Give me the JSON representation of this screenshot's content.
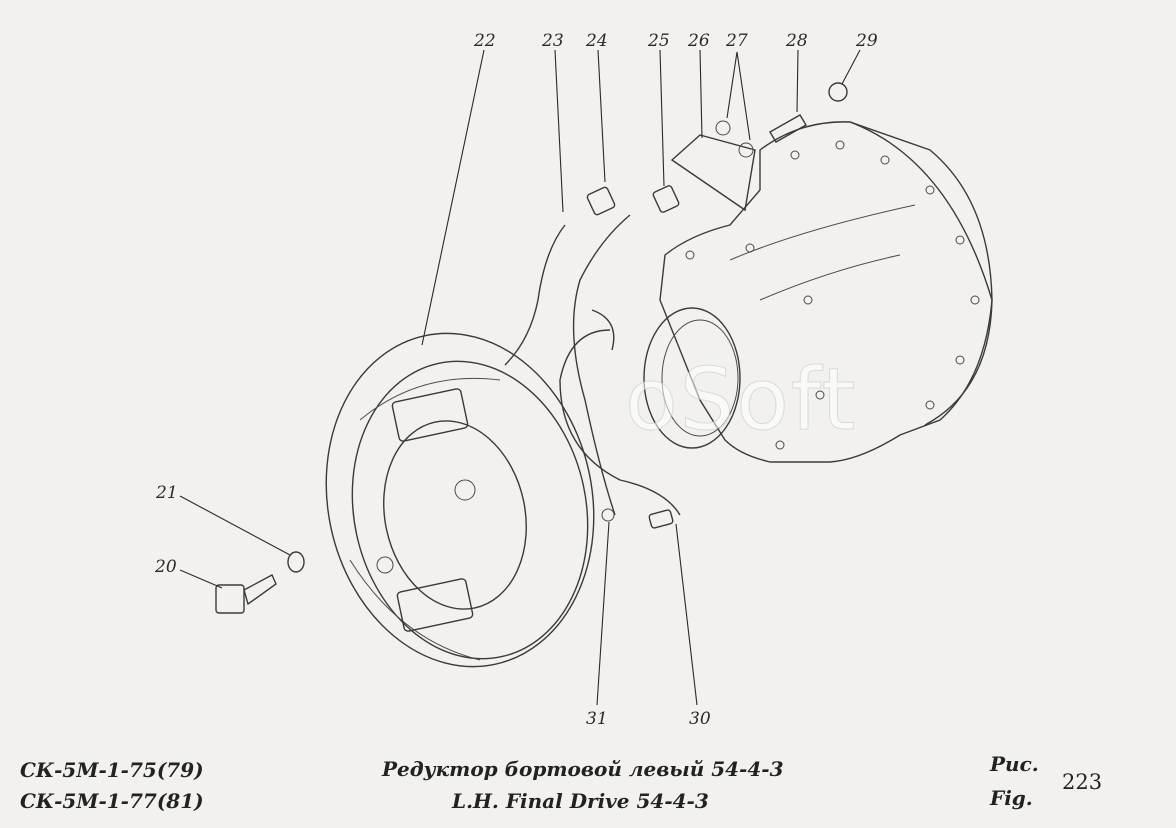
{
  "callouts": [
    {
      "id": "20",
      "label": "20"
    },
    {
      "id": "21",
      "label": "21"
    },
    {
      "id": "22",
      "label": "22"
    },
    {
      "id": "23",
      "label": "23"
    },
    {
      "id": "24",
      "label": "24"
    },
    {
      "id": "25",
      "label": "25"
    },
    {
      "id": "26",
      "label": "26"
    },
    {
      "id": "27",
      "label": "27"
    },
    {
      "id": "28",
      "label": "28"
    },
    {
      "id": "29",
      "label": "29"
    },
    {
      "id": "30",
      "label": "30"
    },
    {
      "id": "31",
      "label": "31"
    }
  ],
  "watermark": "oSoft",
  "footer": {
    "model_line_1": "СК-5М-1-75(79)",
    "model_line_2": "СК-5М-1-77(81)",
    "title_ru": "Редуктор бортовой левый 54-4-3",
    "title_en": "L.H. Final Drive 54-4-3",
    "fig_ru": "Рис.",
    "fig_en": "Fig.",
    "fig_number": "223"
  },
  "colors": {
    "background": "#f2f1ee",
    "ink": "#2a2a2a"
  }
}
